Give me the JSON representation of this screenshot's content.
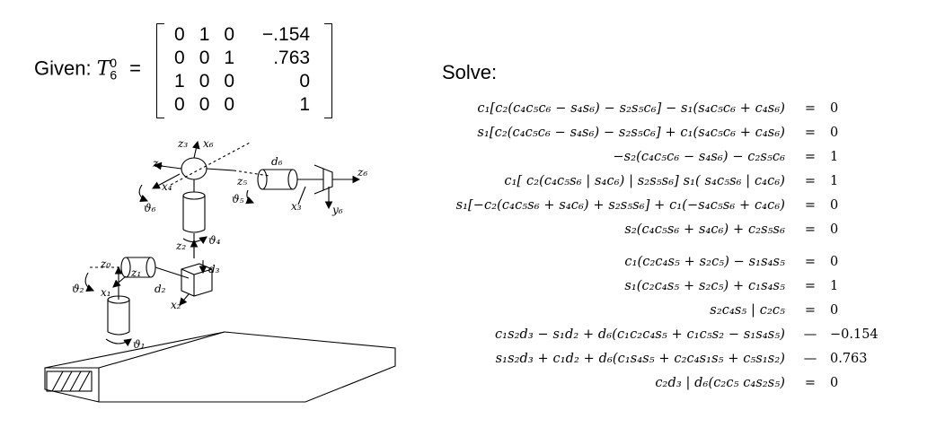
{
  "given": {
    "label": "Given: ",
    "symbol": "T",
    "sub": "6",
    "sup": "0",
    "equals": " ="
  },
  "matrix": [
    [
      "0",
      "1",
      "0",
      "−.154"
    ],
    [
      "0",
      "0",
      "1",
      ".763"
    ],
    [
      "1",
      "0",
      "0",
      "0"
    ],
    [
      "0",
      "0",
      "0",
      "1"
    ]
  ],
  "solve_label": "Solve:",
  "equations": [
    {
      "lhs": "c₁[c₂(c₄c₅c₆ − s₄s₆) − s₂s₅c₆] − s₁(s₄c₅c₆ + c₄s₆)",
      "rel": "=",
      "rhs": "0"
    },
    {
      "lhs": "s₁[c₂(c₄c₅c₆ − s₄s₆) − s₂s₅c₆] + c₁(s₄c₅c₆ + c₄s₆)",
      "rel": "=",
      "rhs": "0"
    },
    {
      "lhs": "−s₂(c₄c₅c₆ − s₄s₆) − c₂s₅c₆",
      "rel": "=",
      "rhs": "1"
    },
    {
      "lhs": "c₁[  c₂(c₄c₅s₆ | s₄c₆) | s₂s₅s₆]    s₁(  s₄c₅s₆ | c₄c₆)",
      "rel": "=",
      "rhs": "1"
    },
    {
      "lhs": "s₁[−c₂(c₄c₅s₆ + s₄c₆) + s₂s₅s₆] + c₁(−s₄c₅s₆ + c₄c₆)",
      "rel": "=",
      "rhs": "0"
    },
    {
      "lhs": "s₂(c₄c₅s₆ + s₄c₆) + c₂s₅s₆",
      "rel": "=",
      "rhs": "0"
    },
    {
      "lhs": "c₁(c₂c₄s₅ + s₂c₅) − s₁s₄s₅",
      "rel": "=",
      "rhs": "0"
    },
    {
      "lhs": "s₁(c₂c₄s₅ + s₂c₅) + c₁s₄s₅",
      "rel": "=",
      "rhs": "1"
    },
    {
      "lhs": "s₂c₄s₅ | c₂c₅",
      "rel": "=",
      "rhs": "0"
    },
    {
      "lhs": "c₁s₂d₃ − s₁d₂ + d₆(c₁c₂c₄s₅ + c₁c₅s₂ − s₁s₄s₅)",
      "rel": "—",
      "rhs": "−0.154"
    },
    {
      "lhs": "s₁s₂d₃ + c₁d₂ + d₆(c₁s₄s₅ + c₂c₄s₁s₅ + c₅s₁s₂)",
      "rel": "—",
      "rhs": "0.763"
    },
    {
      "lhs": "c₂d₃ | d₆(c₂c₅    c₄s₂s₅)",
      "rel": "=",
      "rhs": "0"
    }
  ],
  "figure_labels": {
    "z3": "z₃",
    "x6": "x₆",
    "z4": "z₄",
    "z5": "z₅",
    "z6": "z₆",
    "d6": "d₆",
    "theta6": "ϑ₆",
    "theta5": "ϑ₅",
    "theta4": "ϑ₄",
    "x3": "x₃",
    "y6": "y₆",
    "z2": "z₂",
    "d3": "d₃",
    "z0": "z₀",
    "z1": "z₁",
    "x1": "x₁",
    "d2": "d₂",
    "x2": "x₂",
    "theta2": "ϑ₂",
    "theta1": "ϑ₁",
    "x4": "x₄"
  }
}
